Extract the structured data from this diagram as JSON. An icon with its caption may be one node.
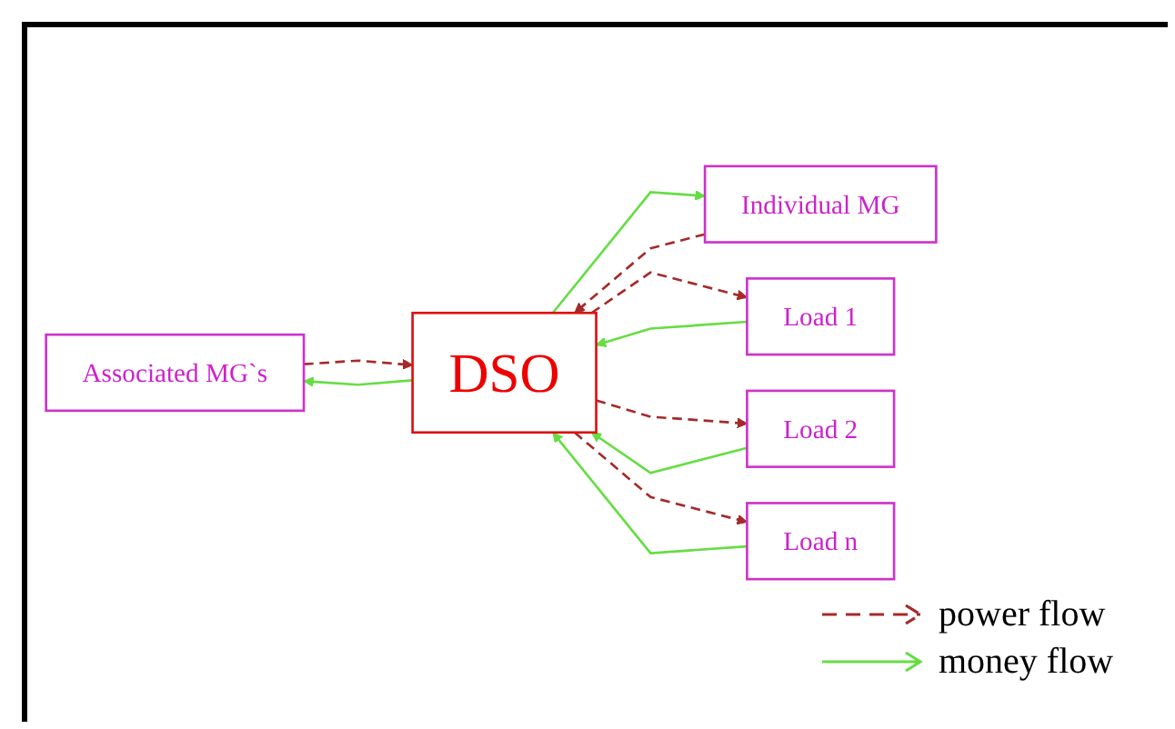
{
  "diagram": {
    "nodes": [
      {
        "text": [
          "Associated MG`s"
        ]
      },
      {
        "text": [
          "DSO"
        ]
      },
      {
        "text": [
          "Individual MG"
        ]
      },
      {
        "text": [
          "Load 1"
        ]
      },
      {
        "text": [
          "Load 2"
        ]
      },
      {
        "text": [
          "Load n"
        ]
      }
    ],
    "edges": [
      {
        "from": 0,
        "to": 1,
        "arrow": "to",
        "style": "dashed",
        "color": "#a52a2a"
      },
      {
        "from": 1,
        "to": 0,
        "arrow": "to",
        "color": "#66dd44"
      },
      {
        "from": 1,
        "to": 2,
        "arrow": "to",
        "color": "#66dd44"
      },
      {
        "from": 2,
        "to": 1,
        "arrow": "to",
        "style": "dashed",
        "color": "#a52a2a"
      },
      {
        "from": 1,
        "to": 3,
        "arrow": "to",
        "style": "dashed",
        "color": "#a52a2a"
      },
      {
        "from": 3,
        "to": 1,
        "arrow": "to",
        "color": "#66dd44"
      },
      {
        "from": 1,
        "to": 4,
        "arrow": "to",
        "style": "dashed",
        "color": "#a52a2a"
      },
      {
        "from": 4,
        "to": 1,
        "arrow": "to",
        "color": "#66dd44"
      },
      {
        "from": 1,
        "to": 5,
        "arrow": "to",
        "style": "dashed",
        "color": "#a52a2a"
      },
      {
        "from": 5,
        "to": 1,
        "arrow": "to",
        "color": "#66dd44"
      }
    ],
    "legend": [
      {
        "text": "power flow"
      },
      {
        "text": "money flow"
      }
    ]
  }
}
